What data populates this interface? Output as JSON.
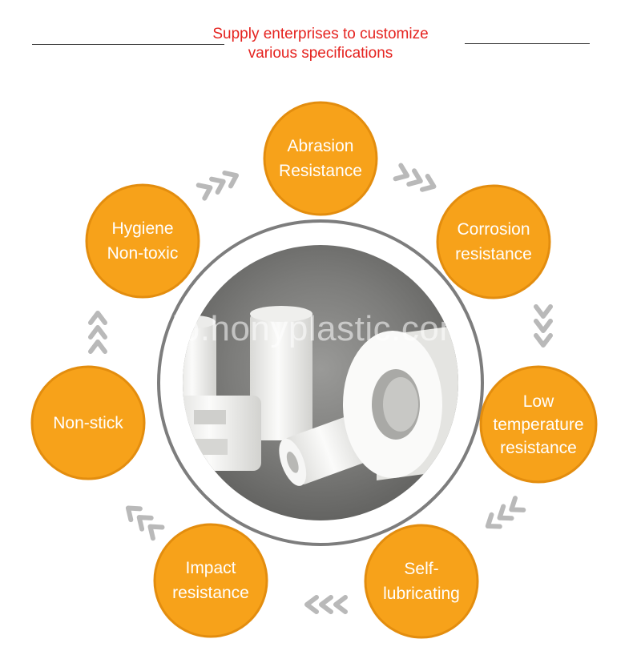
{
  "header": {
    "line1": "Supply enterprises to customize",
    "line2": "various specifications",
    "color": "#e5231f"
  },
  "features": [
    {
      "id": "abrasion",
      "label": "Abrasion\nResistance"
    },
    {
      "id": "corrosion",
      "label": "Corrosion\nresistance"
    },
    {
      "id": "low-temperature",
      "label": "Low\ntemperature\nresistance"
    },
    {
      "id": "self-lubricating",
      "label": "Self-\nlubricating"
    },
    {
      "id": "impact",
      "label": "Impact\nresistance"
    },
    {
      "id": "non-stick",
      "label": "Non-stick"
    },
    {
      "id": "hygiene",
      "label": "Hygiene\nNon-toxic"
    }
  ],
  "watermark": "jp.honyplastic.com",
  "colors": {
    "circle_fill": "#f7a21a",
    "circle_border": "#e38d0e",
    "ring": "#7d7d7d",
    "arrow": "#b9b9b9",
    "product": "#f2f2f0"
  }
}
